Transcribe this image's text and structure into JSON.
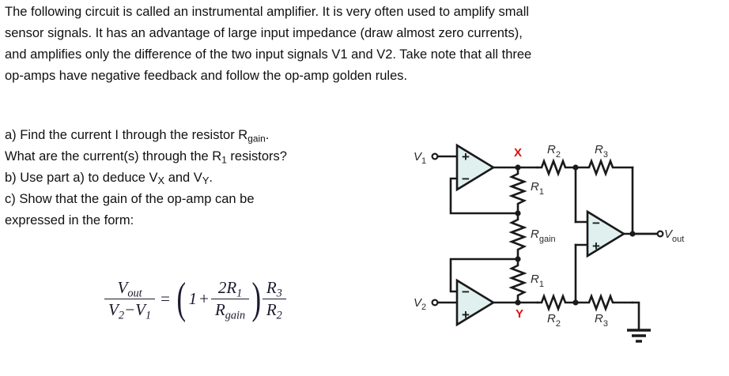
{
  "intro": {
    "line1": "The following circuit is called an instrumental amplifier. It is very often used to amplify small",
    "line2": "sensor signals. It has an advantage of large input impedance (draw almost zero currents),",
    "line3": "and amplifies only the difference of the two input signals V1 and V2. Take note that all three",
    "line4": "op-amps have negative feedback and follow the op-amp golden rules."
  },
  "questions": {
    "a_part1": "a) Find the current I through the resistor R",
    "a_sub1": "gain",
    "a_part2": ".",
    "a2_part1": "What are the current(s) through the R",
    "a2_sub1": "1",
    "a2_part2": " resistors?",
    "b_part1": "b) Use part a) to deduce V",
    "b_sub1": "X",
    "b_part2": " and V",
    "b_sub2": "Y",
    "b_part3": ".",
    "c_line1": "c) Show that the gain of the op-amp can be",
    "c_line2": "expressed in the form:"
  },
  "formula": {
    "num_V": "V",
    "num_sub": "out",
    "den_V2": "V",
    "den_sub2": "2",
    "den_minus": "−",
    "den_V1": "V",
    "den_sub1": "1",
    "equals": "=",
    "paren_open": "(",
    "paren_close": ")",
    "one": "1",
    "plus": "+",
    "frac2_num": "2R",
    "frac2_num_sub": "1",
    "frac2_den": "R",
    "frac2_den_sub": "gain",
    "frac3_num": "R",
    "frac3_num_sub": "3",
    "frac3_den": "R",
    "frac3_den_sub": "2"
  },
  "circuit": {
    "title": "instrumentation amplifier schematic",
    "labels": {
      "v1": "V",
      "v1_sub": "1",
      "v2": "V",
      "v2_sub": "2",
      "vout": "V",
      "vout_sub": "out",
      "node_x": "X",
      "node_y": "Y",
      "r2_top": "R",
      "r2_top_sub": "2",
      "r3_top": "R",
      "r3_top_sub": "3",
      "r2_bot": "R",
      "r2_bot_sub": "2",
      "r3_bot": "R",
      "r3_bot_sub": "3",
      "r1_top": "R",
      "r1_top_sub": "1",
      "r1_bot": "R",
      "r1_bot_sub": "1",
      "rgain": "R",
      "rgain_sub": "gain",
      "opamp_plus": "+",
      "opamp_minus": "−"
    },
    "colors": {
      "wire": "#1a1a1a",
      "opamp_fill": "#dff0ef",
      "opamp_stroke": "#1a1a1a",
      "node_label": "#d81111",
      "label_text": "#2b2b2b"
    }
  }
}
